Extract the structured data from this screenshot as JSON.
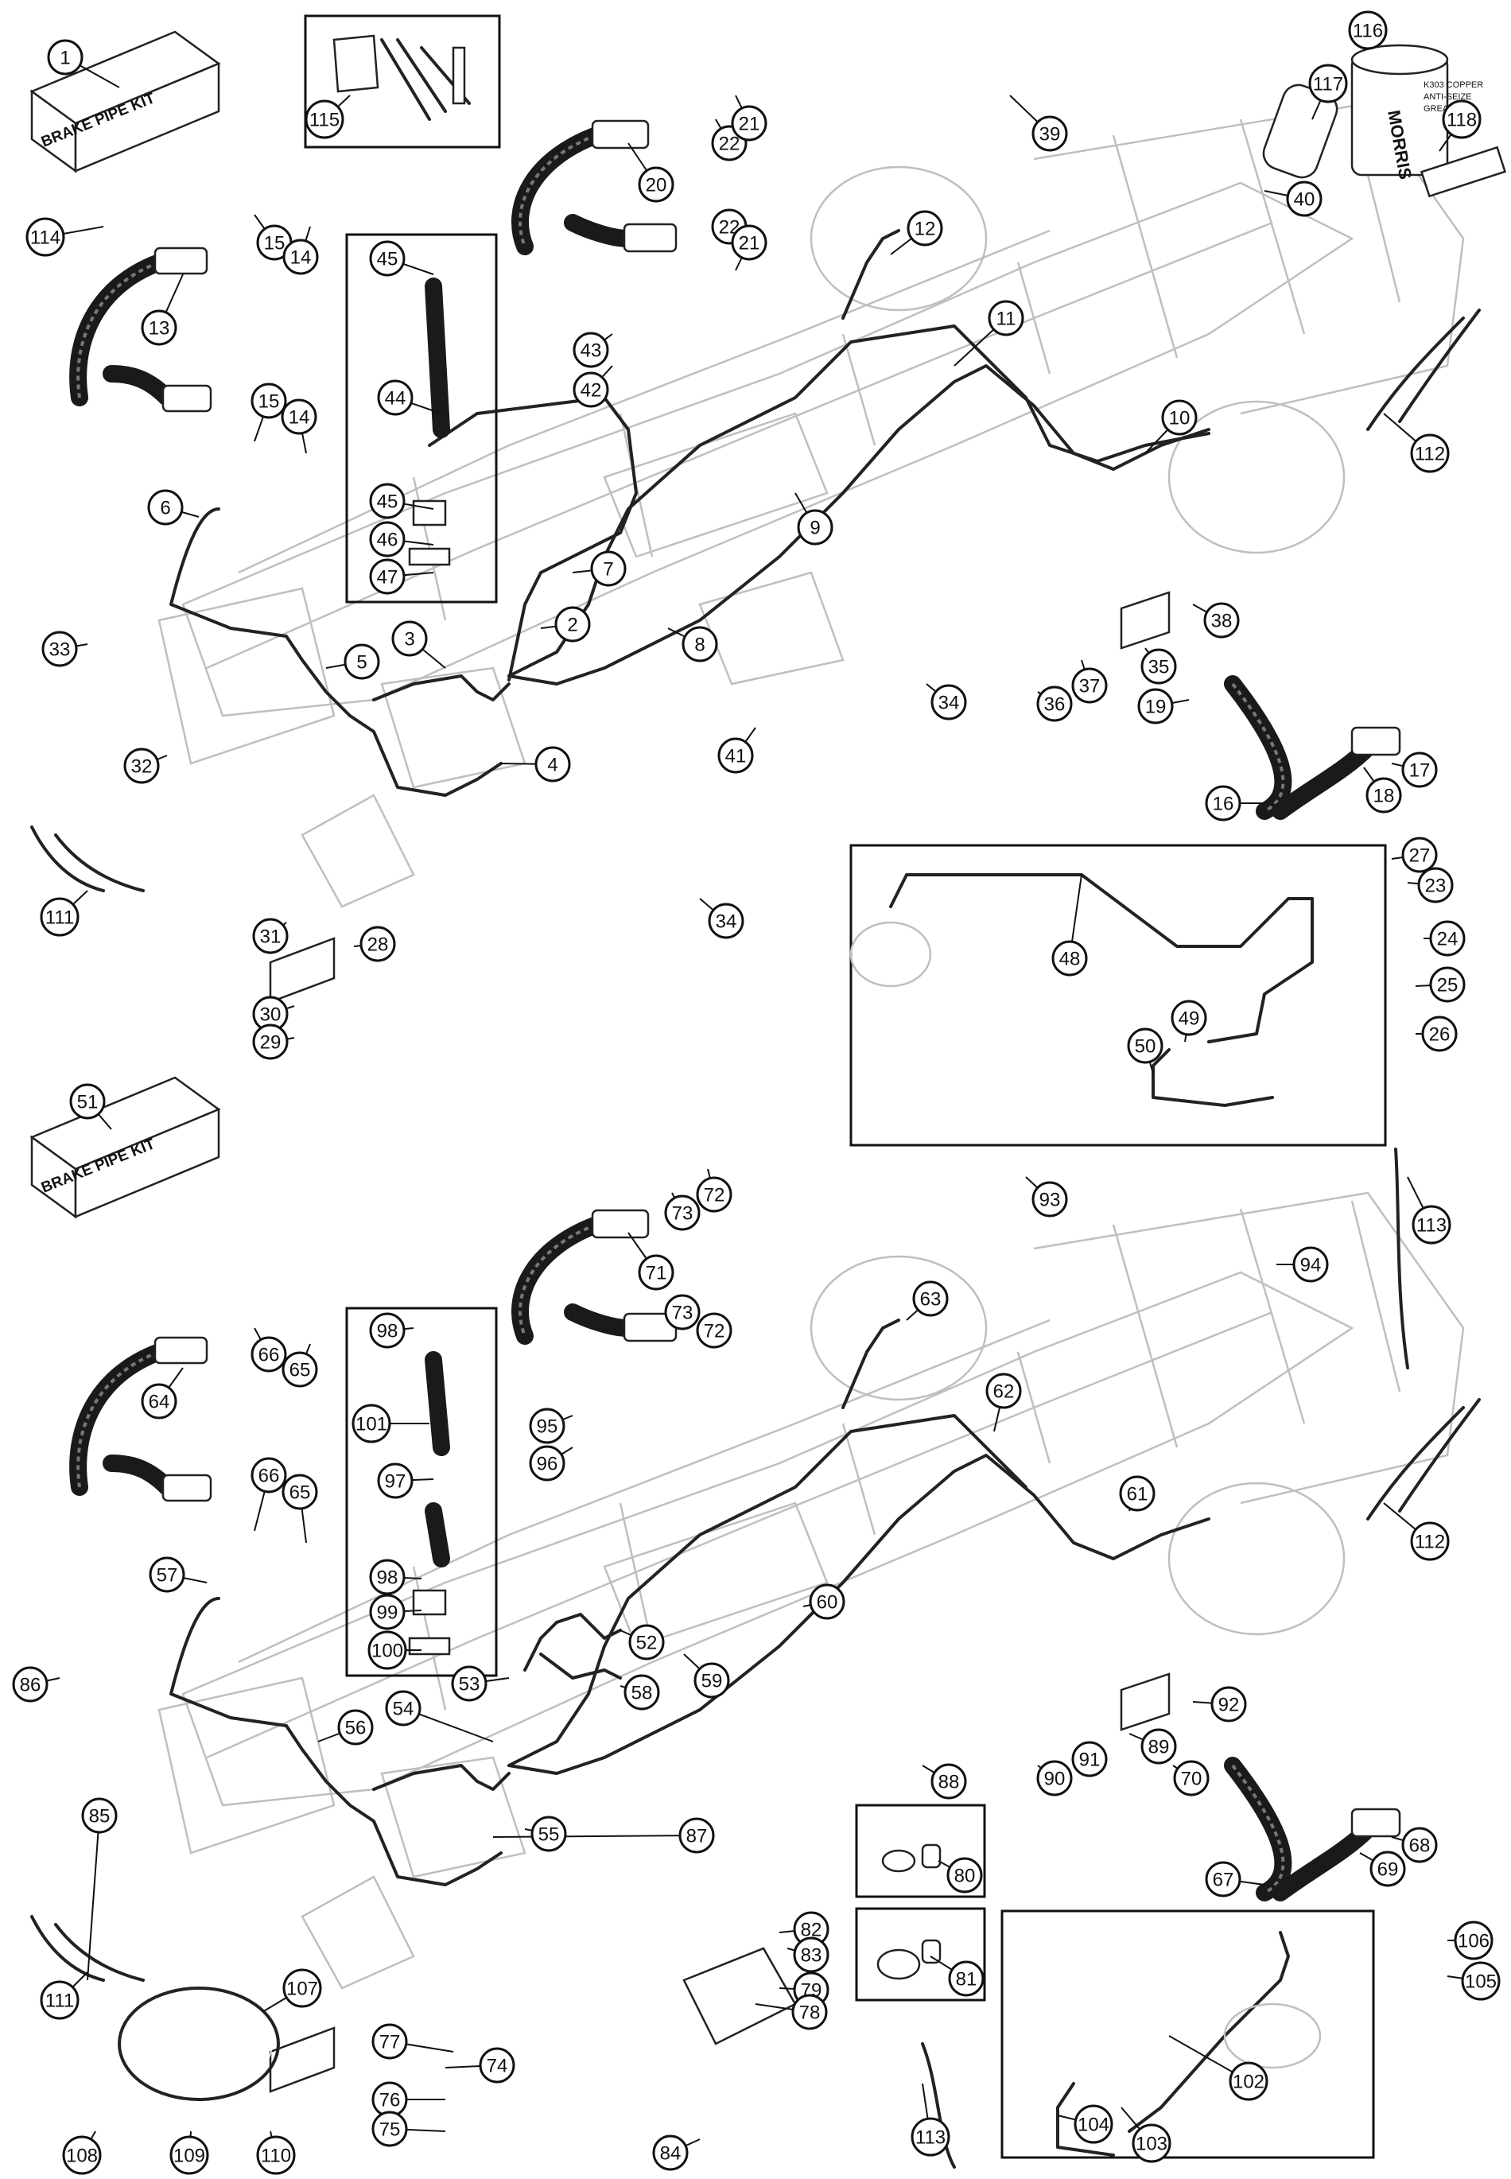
{
  "kit_label": "BRAKE PIPE KIT",
  "can": {
    "brand": "MORRIS",
    "line1": "K303 COPPER",
    "line2": "ANTI-SEIZE",
    "line3": "GREASE"
  },
  "callouts": [
    {
      "label": "1"
    },
    {
      "label": "115"
    },
    {
      "label": "116"
    },
    {
      "label": "117"
    },
    {
      "label": "118"
    },
    {
      "label": "114"
    },
    {
      "label": "15"
    },
    {
      "label": "14"
    },
    {
      "label": "13"
    },
    {
      "label": "15"
    },
    {
      "label": "14"
    },
    {
      "label": "45"
    },
    {
      "label": "44"
    },
    {
      "label": "45"
    },
    {
      "label": "46"
    },
    {
      "label": "47"
    },
    {
      "label": "20"
    },
    {
      "label": "22"
    },
    {
      "label": "21"
    },
    {
      "label": "22"
    },
    {
      "label": "21"
    },
    {
      "label": "43"
    },
    {
      "label": "42"
    },
    {
      "label": "39"
    },
    {
      "label": "40"
    },
    {
      "label": "12"
    },
    {
      "label": "11"
    },
    {
      "label": "10"
    },
    {
      "label": "112"
    },
    {
      "label": "9"
    },
    {
      "label": "6"
    },
    {
      "label": "7"
    },
    {
      "label": "2"
    },
    {
      "label": "8"
    },
    {
      "label": "38"
    },
    {
      "label": "33"
    },
    {
      "label": "5"
    },
    {
      "label": "3"
    },
    {
      "label": "34"
    },
    {
      "label": "36"
    },
    {
      "label": "37"
    },
    {
      "label": "35"
    },
    {
      "label": "19"
    },
    {
      "label": "32"
    },
    {
      "label": "41"
    },
    {
      "label": "4"
    },
    {
      "label": "17"
    },
    {
      "label": "18"
    },
    {
      "label": "16"
    },
    {
      "label": "111"
    },
    {
      "label": "34"
    },
    {
      "label": "31"
    },
    {
      "label": "28"
    },
    {
      "label": "30"
    },
    {
      "label": "29"
    },
    {
      "label": "48"
    },
    {
      "label": "27"
    },
    {
      "label": "23"
    },
    {
      "label": "24"
    },
    {
      "label": "25"
    },
    {
      "label": "26"
    },
    {
      "label": "49"
    },
    {
      "label": "50"
    },
    {
      "label": "51"
    },
    {
      "label": "113"
    },
    {
      "label": "73"
    },
    {
      "label": "72"
    },
    {
      "label": "93"
    },
    {
      "label": "71"
    },
    {
      "label": "73"
    },
    {
      "label": "72"
    },
    {
      "label": "94"
    },
    {
      "label": "98"
    },
    {
      "label": "66"
    },
    {
      "label": "65"
    },
    {
      "label": "64"
    },
    {
      "label": "101"
    },
    {
      "label": "63"
    },
    {
      "label": "62"
    },
    {
      "label": "95"
    },
    {
      "label": "96"
    },
    {
      "label": "97"
    },
    {
      "label": "112"
    },
    {
      "label": "66"
    },
    {
      "label": "65"
    },
    {
      "label": "61"
    },
    {
      "label": "98"
    },
    {
      "label": "57"
    },
    {
      "label": "99"
    },
    {
      "label": "60"
    },
    {
      "label": "100"
    },
    {
      "label": "52"
    },
    {
      "label": "86"
    },
    {
      "label": "53"
    },
    {
      "label": "58"
    },
    {
      "label": "59"
    },
    {
      "label": "92"
    },
    {
      "label": "54"
    },
    {
      "label": "56"
    },
    {
      "label": "89"
    },
    {
      "label": "90"
    },
    {
      "label": "91"
    },
    {
      "label": "88"
    },
    {
      "label": "70"
    },
    {
      "label": "85"
    },
    {
      "label": "87"
    },
    {
      "label": "68"
    },
    {
      "label": "55"
    },
    {
      "label": "80"
    },
    {
      "label": "69"
    },
    {
      "label": "67"
    },
    {
      "label": "82"
    },
    {
      "label": "83"
    },
    {
      "label": "111"
    },
    {
      "label": "79"
    },
    {
      "label": "78"
    },
    {
      "label": "106"
    },
    {
      "label": "81"
    },
    {
      "label": "105"
    },
    {
      "label": "107"
    },
    {
      "label": "77"
    },
    {
      "label": "74"
    },
    {
      "label": "102"
    },
    {
      "label": "76"
    },
    {
      "label": "75"
    },
    {
      "label": "104"
    },
    {
      "label": "103"
    },
    {
      "label": "113"
    },
    {
      "label": "84"
    },
    {
      "label": "108"
    },
    {
      "label": "109"
    },
    {
      "label": "110"
    }
  ]
}
